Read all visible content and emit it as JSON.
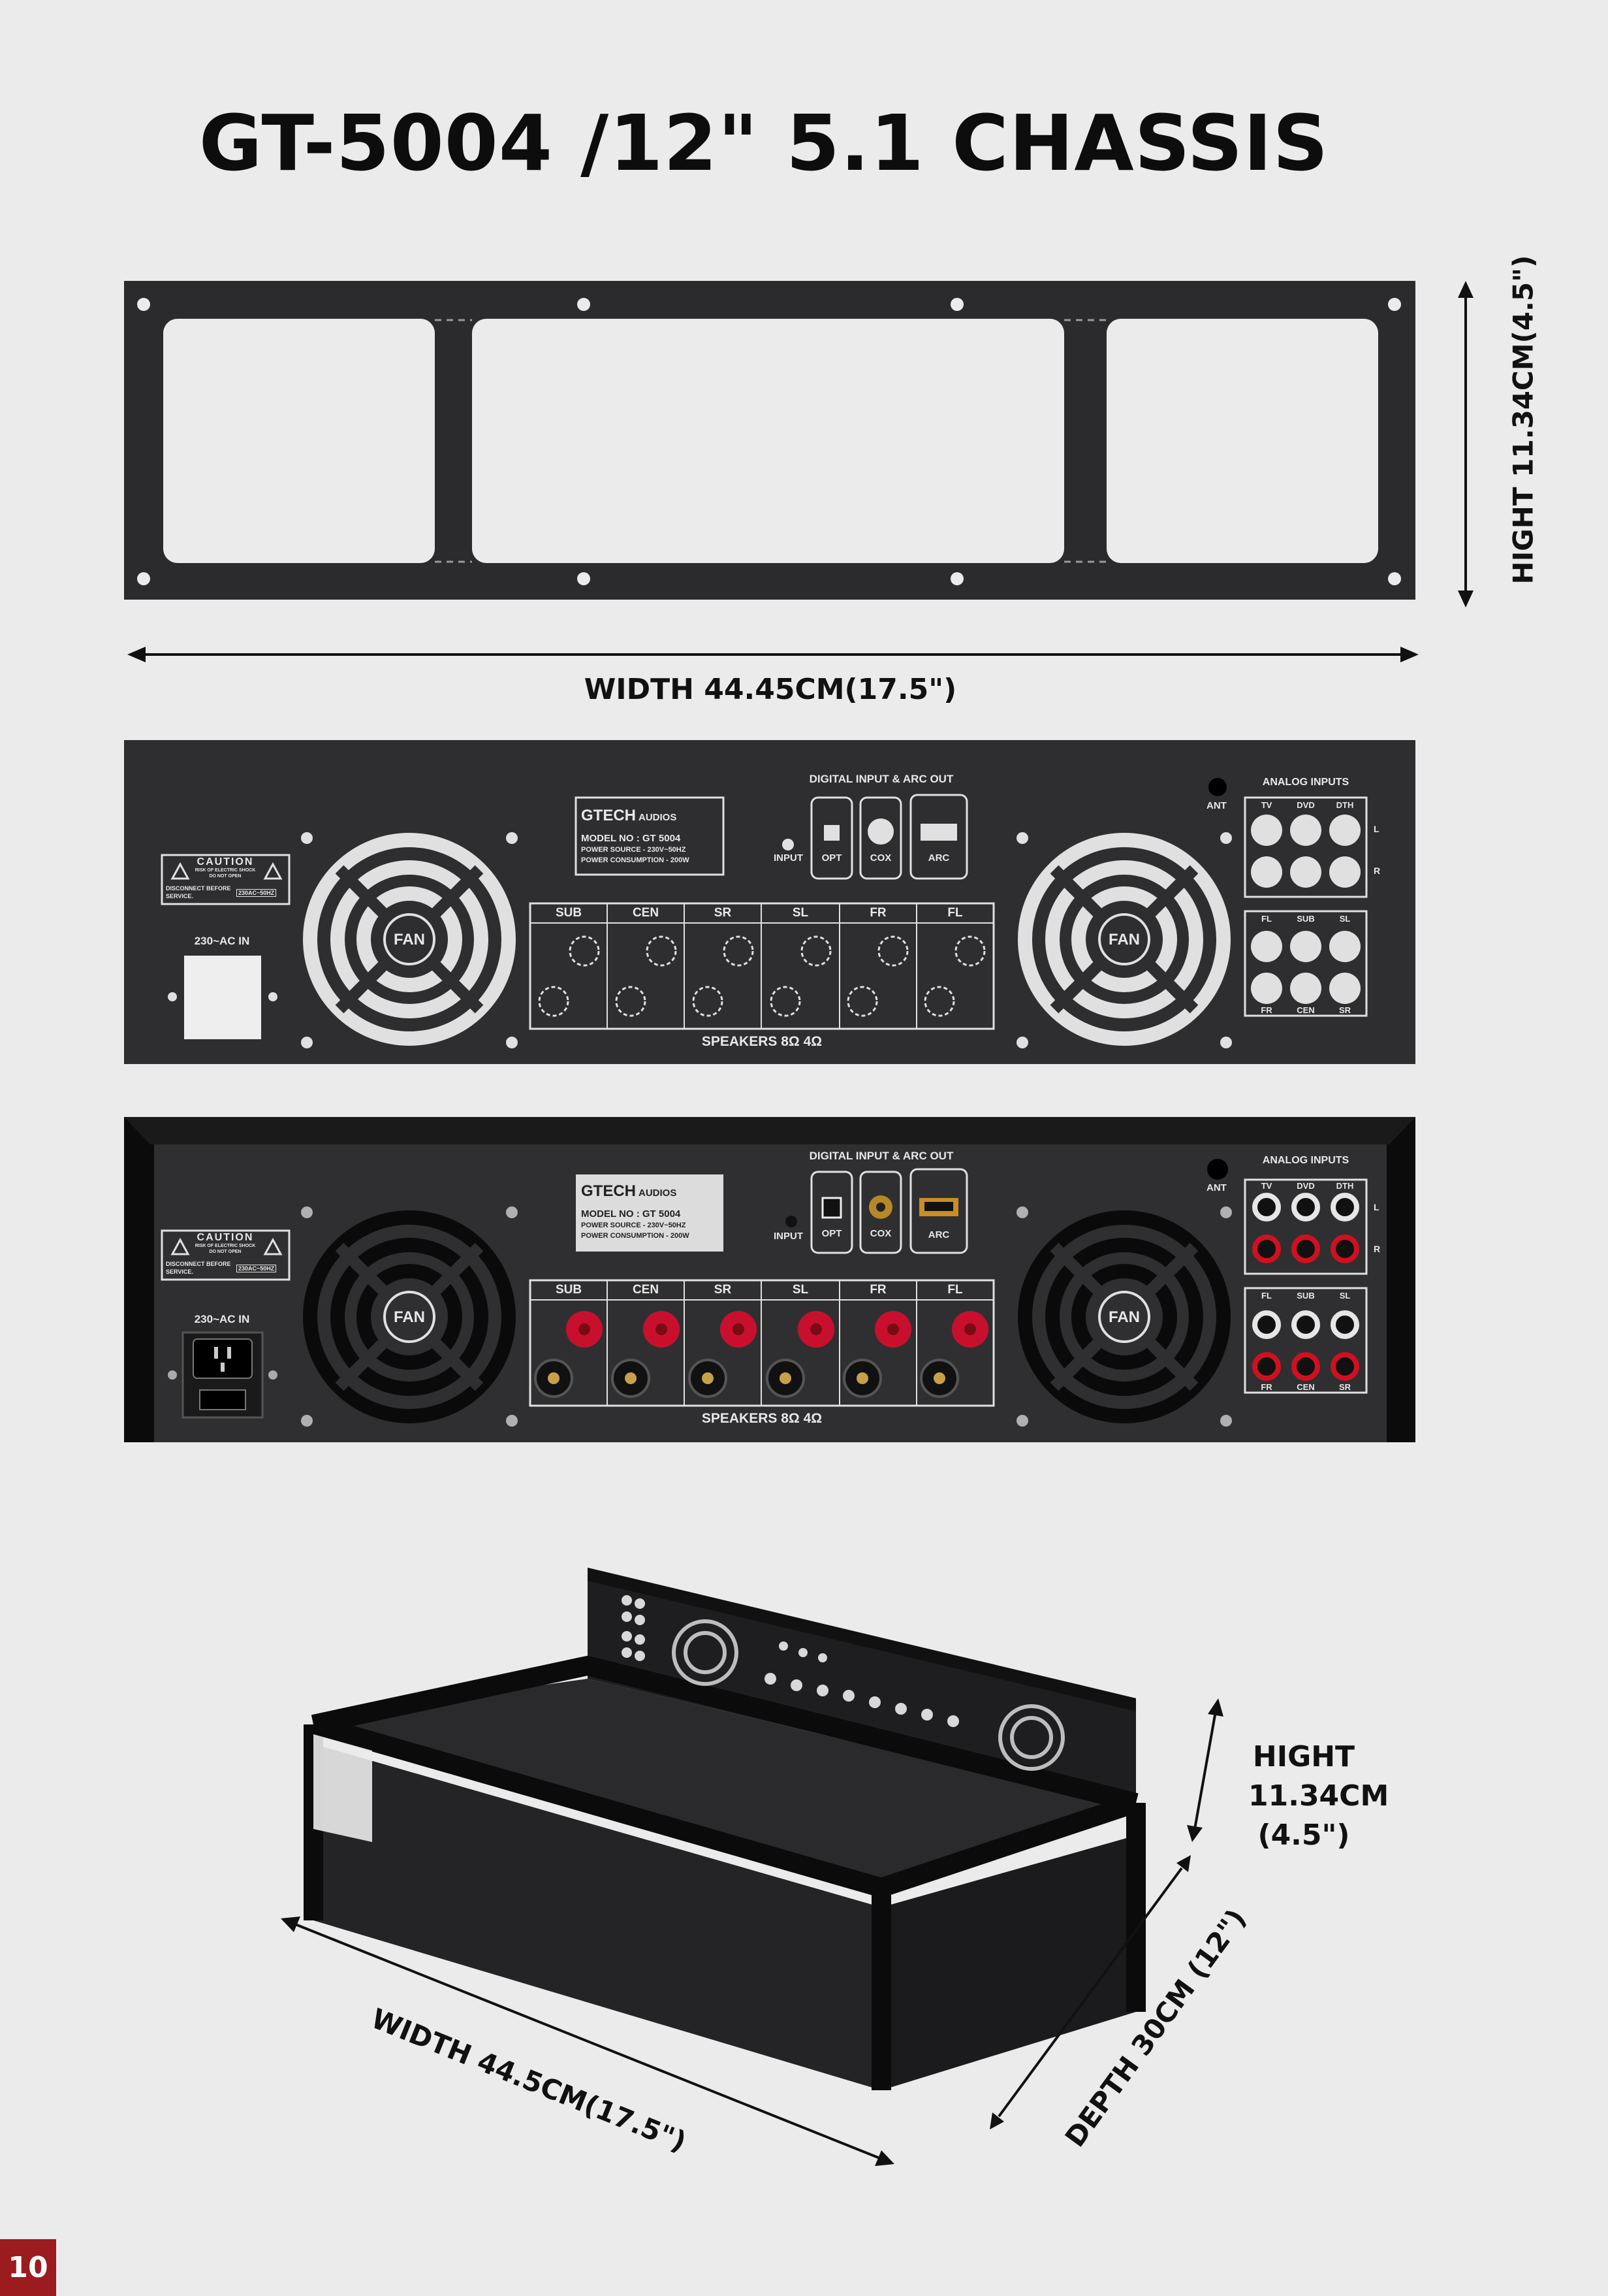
{
  "page": {
    "title": "GT-5004 /12\" 5.1 CHASSIS",
    "number": "10"
  },
  "dimensions": {
    "front_height": "HIGHT 11.34CM(4.5\")",
    "front_width": "WIDTH 44.45CM(17.5\")",
    "box_height_lines": [
      "HIGHT",
      "11.34CM",
      "(4.5\")"
    ],
    "box_width": "WIDTH 44.5CM(17.5\")",
    "box_depth": "DEPTH 30CM (12\")"
  },
  "panel": {
    "brand": "GTECH",
    "brand_sub": "AUDIOS",
    "model": "MODEL NO : GT 5004",
    "power_source": "POWER SOURCE - 230V~50HZ",
    "power_consumption": "POWER CONSUMPTION - 200W",
    "digital_header": "DIGITAL INPUT & ARC OUT",
    "input_label": "INPUT",
    "digital_ports": [
      "OPT",
      "COX",
      "ARC"
    ],
    "ant": "ANT",
    "analog_header": "ANALOG INPUTS",
    "analog_top": [
      "TV",
      "DVD",
      "DTH"
    ],
    "analog_lr": [
      "L",
      "R"
    ],
    "analog_mid": [
      "FL",
      "SUB",
      "SL"
    ],
    "analog_bottom": [
      "FR",
      "CEN",
      "SR"
    ],
    "speaker_channels": [
      "SUB",
      "CEN",
      "SR",
      "SL",
      "FR",
      "FL"
    ],
    "speakers_label": "SPEAKERS  8Ω  4Ω",
    "fan": "FAN",
    "ac_in": "230~AC IN",
    "caution": "CAUTION",
    "caution_sub1": "RISK OF ELECTRIC SHOCK",
    "caution_sub2": "DO NOT OPEN",
    "disconnect": "DISCONNECT BEFORE",
    "service": "SERVICE.",
    "voltage_tag": "230AC~50HZ"
  },
  "colors": {
    "panel": "#2e2e30",
    "accent_red": "#c8102e",
    "page_tab": "#9b1b1f",
    "background": "#ebebec"
  }
}
